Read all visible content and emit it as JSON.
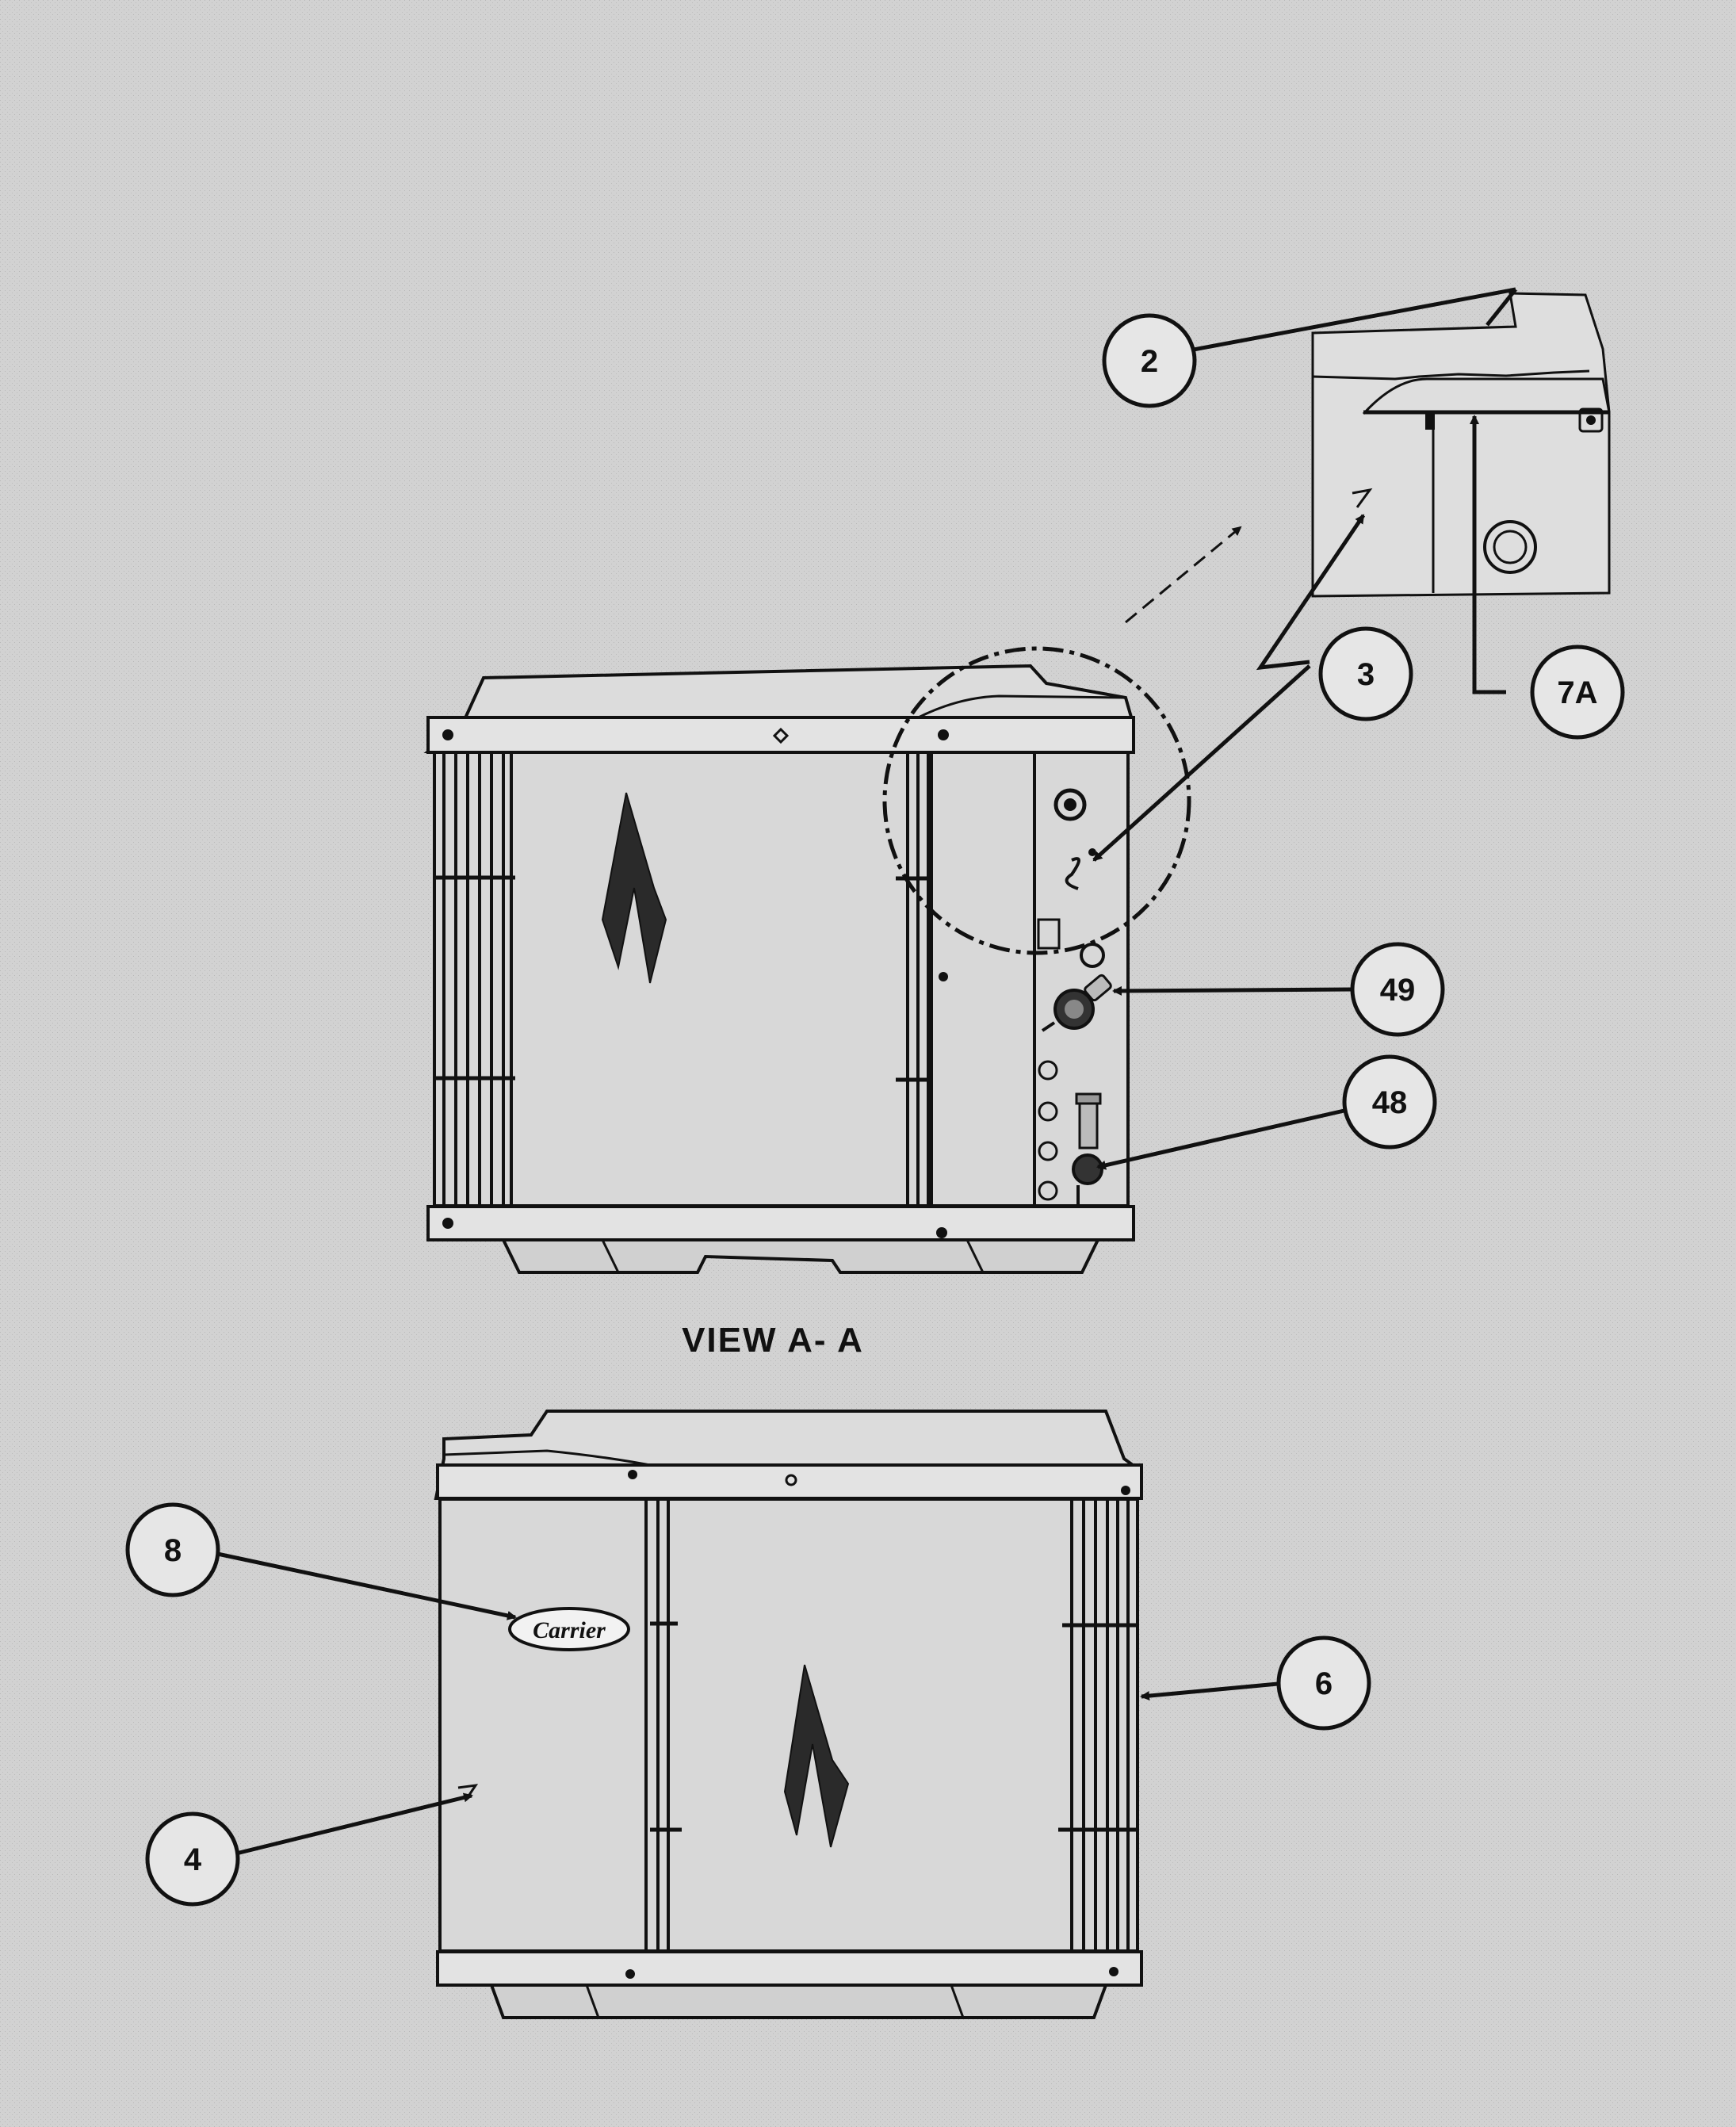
{
  "view_label": "VIEW A- A",
  "logo_text": "Carrier",
  "callouts": [
    {
      "id": "c2",
      "label": "2"
    },
    {
      "id": "c3",
      "label": "3"
    },
    {
      "id": "c7a",
      "label": "7A"
    },
    {
      "id": "c49",
      "label": "49"
    },
    {
      "id": "c48",
      "label": "48"
    },
    {
      "id": "c8",
      "label": "8"
    },
    {
      "id": "c6",
      "label": "6"
    },
    {
      "id": "c4",
      "label": "4"
    }
  ]
}
